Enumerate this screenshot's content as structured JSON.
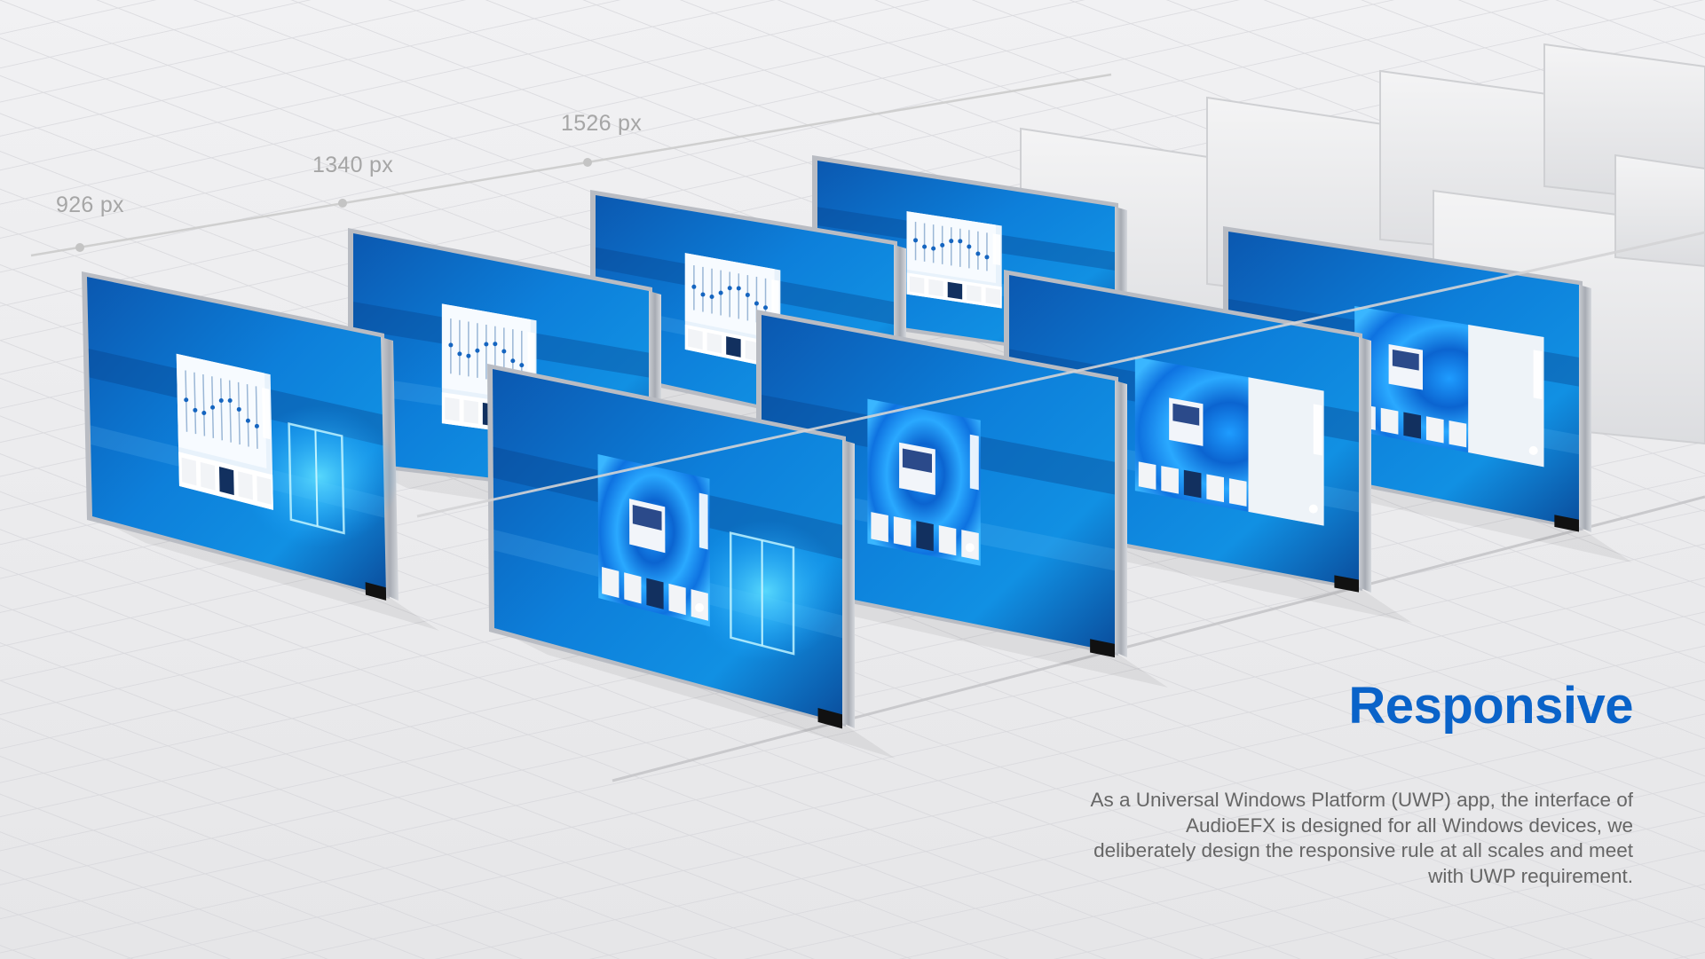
{
  "scale_labels": [
    "926 px",
    "1340 px",
    "1526 px"
  ],
  "heading": "Responsive",
  "description": "As a Universal Windows Platform (UWP) app, the interface of AudioEFX is designed for all Windows devices, we deliberately design the responsive rule at all scales and meet with UWP requirement.",
  "colors": {
    "accent": "#0a63c9",
    "body_text": "#666666",
    "label": "#a6a6a6",
    "screen_blue": "#0a6fd0"
  }
}
